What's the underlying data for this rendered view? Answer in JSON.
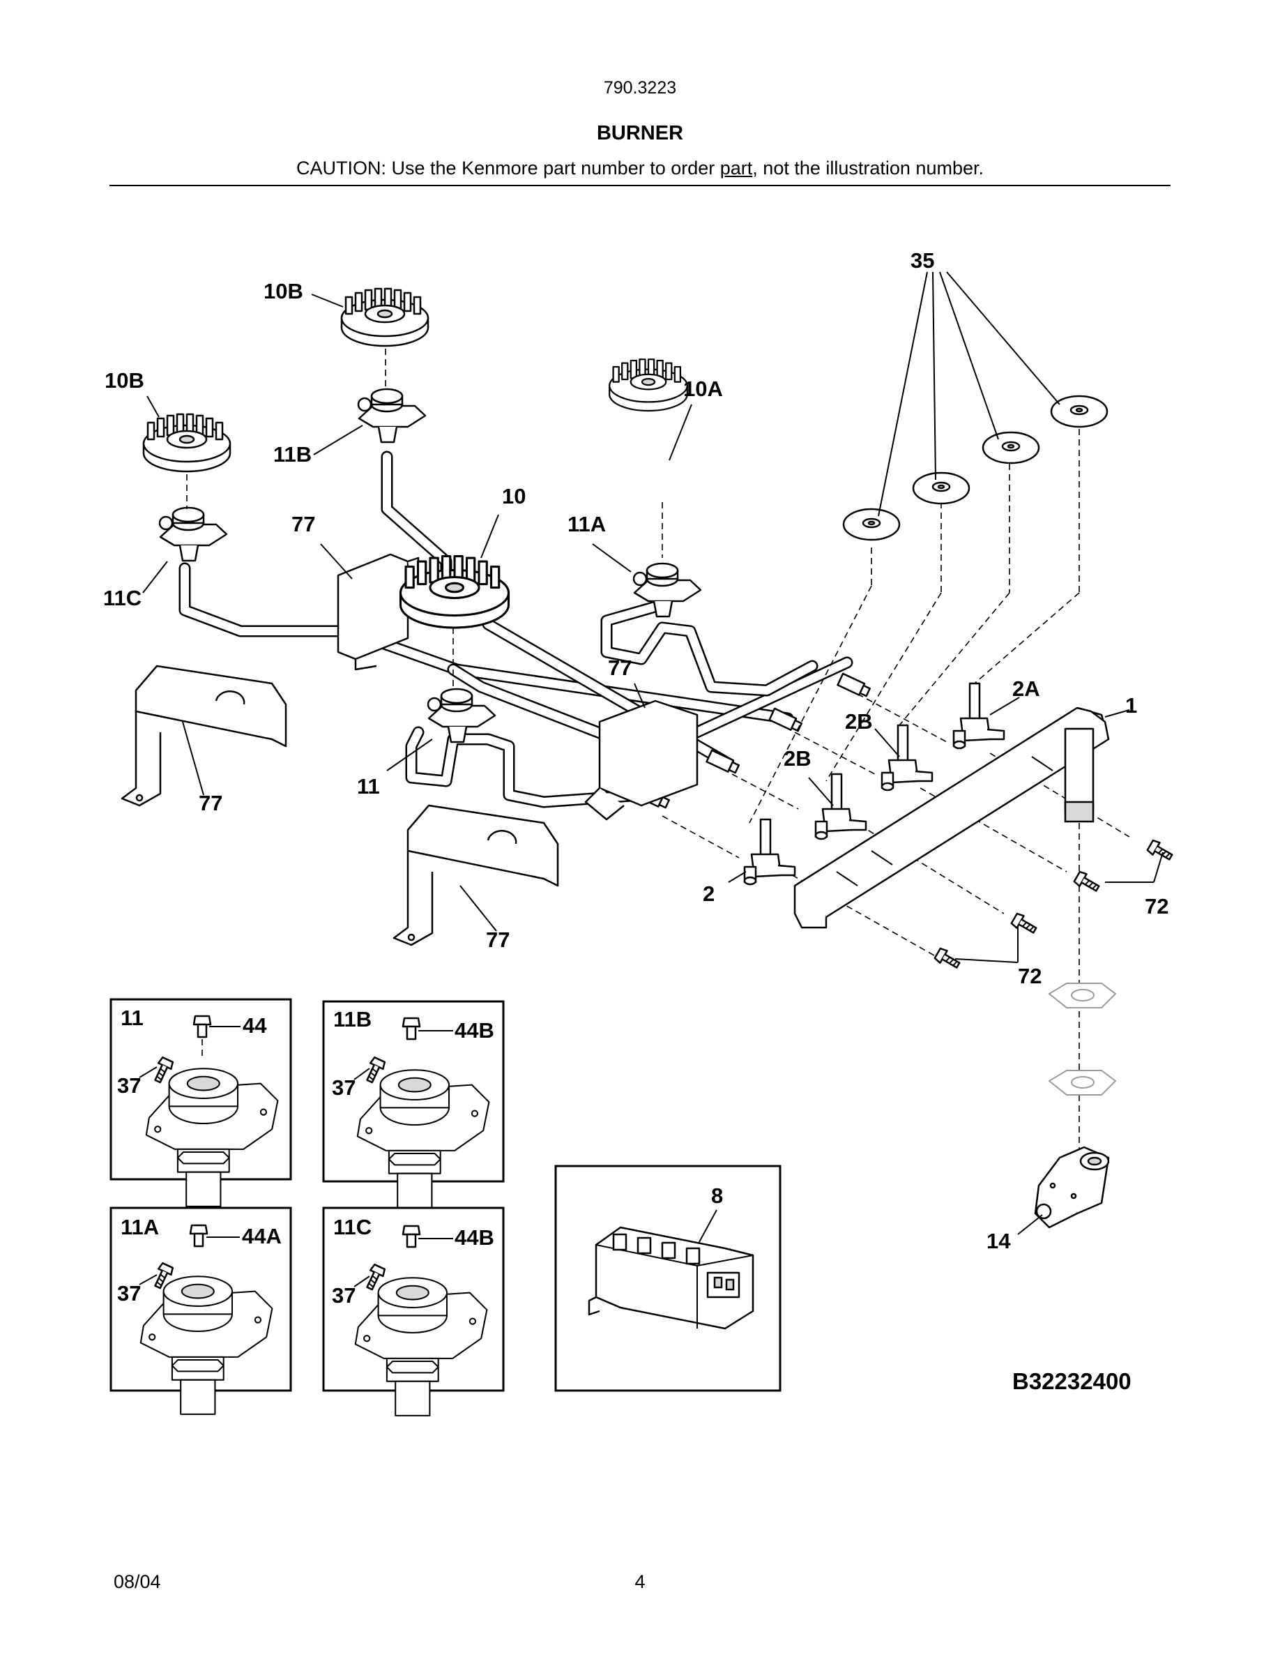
{
  "header": {
    "model": "790.3223",
    "title": "BURNER",
    "caution_before": "CAUTION: Use the Kenmore part number to order ",
    "caution_underlined": "part",
    "caution_after": ", not the illustration number."
  },
  "callouts": {
    "c10b_top": "10B",
    "c10b_left": "10B",
    "c35": "35",
    "c10a": "10A",
    "c11b": "11B",
    "c10": "10",
    "c77_top": "77",
    "c11a": "11A",
    "c11c": "11C",
    "c77_mid": "77",
    "c2a": "2A",
    "c1": "1",
    "c2b_right": "2B",
    "c2b_left": "2B",
    "c77_left": "77",
    "c11": "11",
    "c2": "2",
    "c72_right": "72",
    "c77_bottom": "77",
    "c72_bottom": "72",
    "c14": "14"
  },
  "detail_boxes": [
    {
      "id": "11",
      "screw": "37",
      "orifice": "44"
    },
    {
      "id": "11B",
      "screw": "37",
      "orifice": "44B"
    },
    {
      "id": "11A",
      "screw": "37",
      "orifice": "44A"
    },
    {
      "id": "11C",
      "screw": "37",
      "orifice": "44B"
    }
  ],
  "igniter_box": {
    "label": "8"
  },
  "diagram_code": "B32232400",
  "footer": {
    "date": "08/04",
    "page": "4"
  }
}
